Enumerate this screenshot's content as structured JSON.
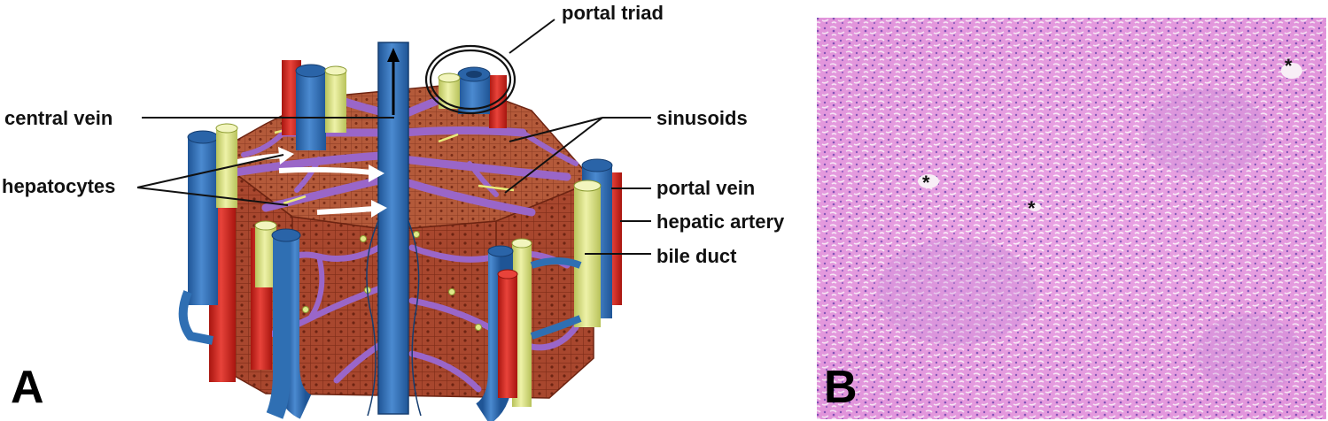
{
  "labels": {
    "portal_triad": "portal triad",
    "central_vein": "central vein",
    "sinusoids": "sinusoids",
    "hepatocytes": "hepatocytes",
    "portal_vein": "portal vein",
    "hepatic_artery": "hepatic artery",
    "bile_duct": "bile duct"
  },
  "panels": {
    "a": "A",
    "b": "B"
  },
  "micrograph": {
    "marker": "*"
  },
  "colors": {
    "portal_vein": "#2f6fb3",
    "hepatic_artery": "#d8281f",
    "bile_duct": "#dfe88a",
    "sinusoid": "#9a66c8",
    "parenchyma": "#a8472e",
    "he_stain": "#e79ae0"
  }
}
